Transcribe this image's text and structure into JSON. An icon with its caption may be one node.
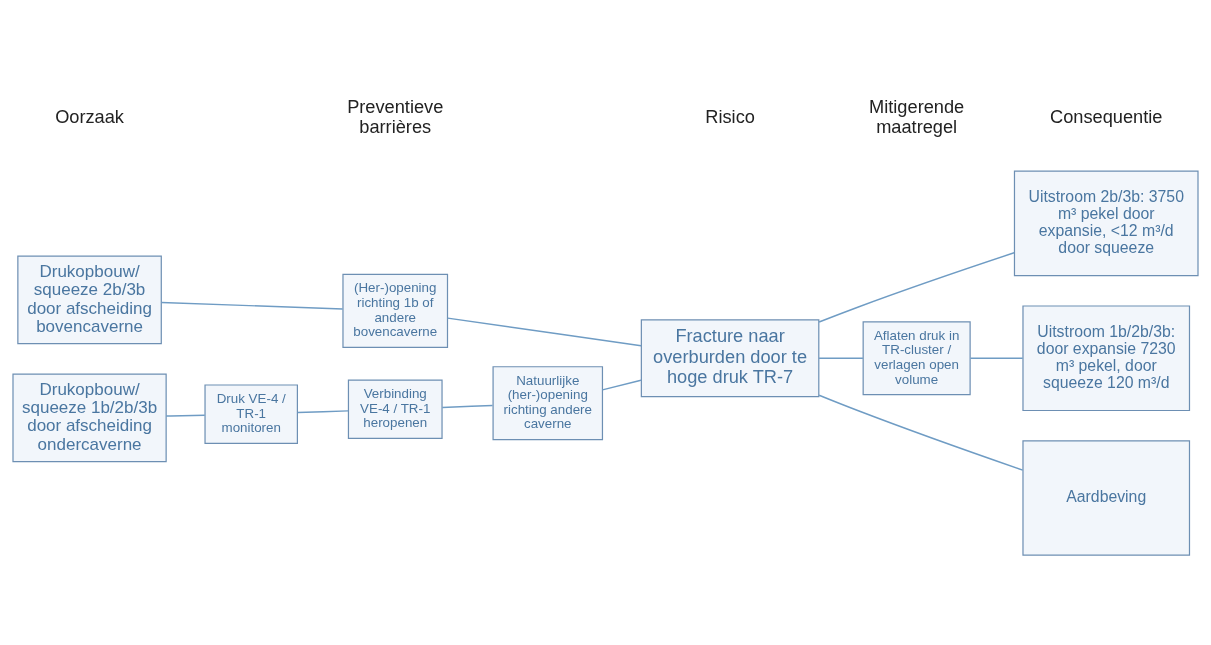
{
  "diagram": {
    "nodes": [
      {
        "text": [
          "Drukopbouw/ squeeze 2b/3b door afscheiding bovencaverne"
        ]
      },
      {
        "text": [
          "(Her-)opening richting 1b of andere bovencaverne"
        ]
      },
      {
        "text": [
          "Fracture naar overburden door te hoge druk TR-7"
        ]
      },
      {
        "text": [
          "Uitstroom 2b/3b: 3750 m³ pekel door expansie, <12 m³/d door squeeze"
        ]
      },
      {
        "text": [
          "Verbinding VE-4 / TR-1 heropenen"
        ]
      },
      {
        "text": [
          "Natuurlijke (her-)opening richting andere caverne"
        ]
      },
      {
        "text": [
          "Aflaten druk in TR-cluster / verlagen open volume"
        ]
      },
      {
        "text": [
          "Uitstroom 1b/2b/3b: door expansie 7230 m³ pekel, door squeeze 120 m³/d"
        ]
      },
      {
        "text": [
          "Drukopbouw/ squeeze 1b/2b/3b door afscheiding ondercaverne"
        ]
      },
      {
        "text": [
          "Druk VE-4 / TR-1 monitoren"
        ]
      },
      {
        "text": [
          "Aardbeving"
        ]
      }
    ],
    "edges": [
      {
        "from": 0,
        "to": 1,
        "arrow": "none"
      },
      {
        "from": 1,
        "to": 2,
        "arrow": "none"
      },
      {
        "from": 8,
        "to": 9,
        "arrow": "none"
      },
      {
        "from": 9,
        "to": 4,
        "arrow": "none"
      },
      {
        "from": 4,
        "to": 5,
        "arrow": "none"
      },
      {
        "from": 5,
        "to": 2,
        "arrow": "none"
      },
      {
        "from": 2,
        "to": 3,
        "arrow": "none"
      },
      {
        "from": 2,
        "to": 6,
        "arrow": "none"
      },
      {
        "from": 6,
        "to": 7,
        "arrow": "none"
      },
      {
        "from": 2,
        "to": 10,
        "arrow": "none"
      }
    ],
    "labels": [
      "Oorzaak",
      "Preventieve barrières",
      "Risico",
      "Mitigerende maatregel",
      "Consequentie"
    ]
  }
}
